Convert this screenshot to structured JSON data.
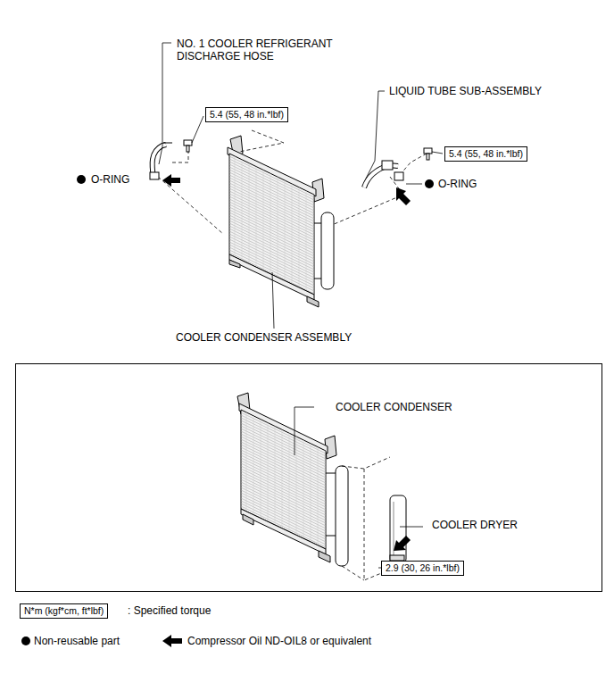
{
  "diagram": {
    "nodes": [
      {
        "text": [
          "5.4 (55, 48 in.*lbf)"
        ]
      },
      {
        "text": [
          "5.4 (55, 48 in.*lbf)"
        ]
      },
      {
        "text": [
          "COOLER CONDENSER",
          "COOLER DRYER"
        ]
      },
      {
        "text": [
          "2.9 (30, 26 in.*lbf)"
        ],
        "in": 2
      },
      {
        "text": [
          "N*m (kgf*cm, ft*lbf)"
        ]
      }
    ],
    "labels": [
      "NO. 1 COOLER REFRIGERANT DISCHARGE HOSE",
      "LIQUID TUBE SUB-ASSEMBLY",
      "O-RING",
      "O-RING",
      "COOLER CONDENSER ASSEMBLY"
    ],
    "legend": [
      {
        "text": ": Specified torque"
      },
      {
        "text": "Non-reusable part"
      },
      {
        "text": "Compressor Oil ND-OIL8 or equivalent"
      }
    ]
  }
}
